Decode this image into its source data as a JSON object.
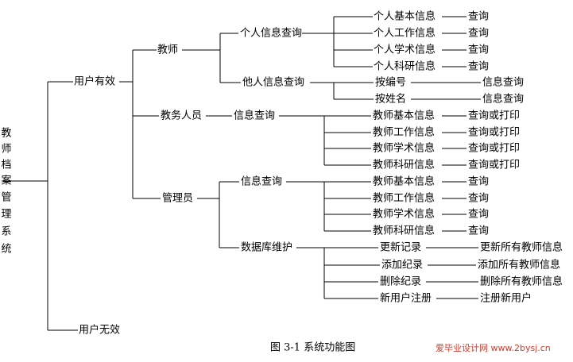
{
  "root": {
    "chars": [
      "教",
      "师",
      "档",
      "案",
      "管",
      "理",
      "系",
      "统"
    ]
  },
  "level1": {
    "valid": "用户有效",
    "invalid": "用户无效"
  },
  "roles": {
    "teacher": "教师",
    "staff": "教务人员",
    "admin": "管理员"
  },
  "teacher": {
    "own": "个人信息查询",
    "own_items": [
      "个人基本信息",
      "个人工作信息",
      "个人学术信息",
      "个人科研信息"
    ],
    "own_action": "查询",
    "others": "他人信息查询",
    "others_items": [
      "按编号",
      "按姓名"
    ],
    "others_action": "信息查询"
  },
  "staff": {
    "query": "信息查询",
    "items": [
      "教师基本信息",
      "教师工作信息",
      "教师学术信息",
      "教师科研信息"
    ],
    "action": "查询或打印"
  },
  "admin": {
    "query": "信息查询",
    "query_items": [
      "教师基本信息",
      "教师工作信息",
      "教师学术信息",
      "教师科研信息"
    ],
    "query_action": "查询",
    "db": "数据库维护",
    "db_items": [
      {
        "label": "更新记录",
        "result": "更新所有教师信息"
      },
      {
        "label": "添加纪录",
        "result": "添加所有教师信息"
      },
      {
        "label": "删除纪录",
        "result": "删除所有教师信息"
      },
      {
        "label": "新用户注册",
        "result": "注册新用户"
      }
    ]
  },
  "caption": "图 3-1  系统功能图",
  "watermark": "爱毕业设计网 www.2bysj.cn",
  "colors": {
    "line": "#000000",
    "watermark": "#d23a2a"
  }
}
